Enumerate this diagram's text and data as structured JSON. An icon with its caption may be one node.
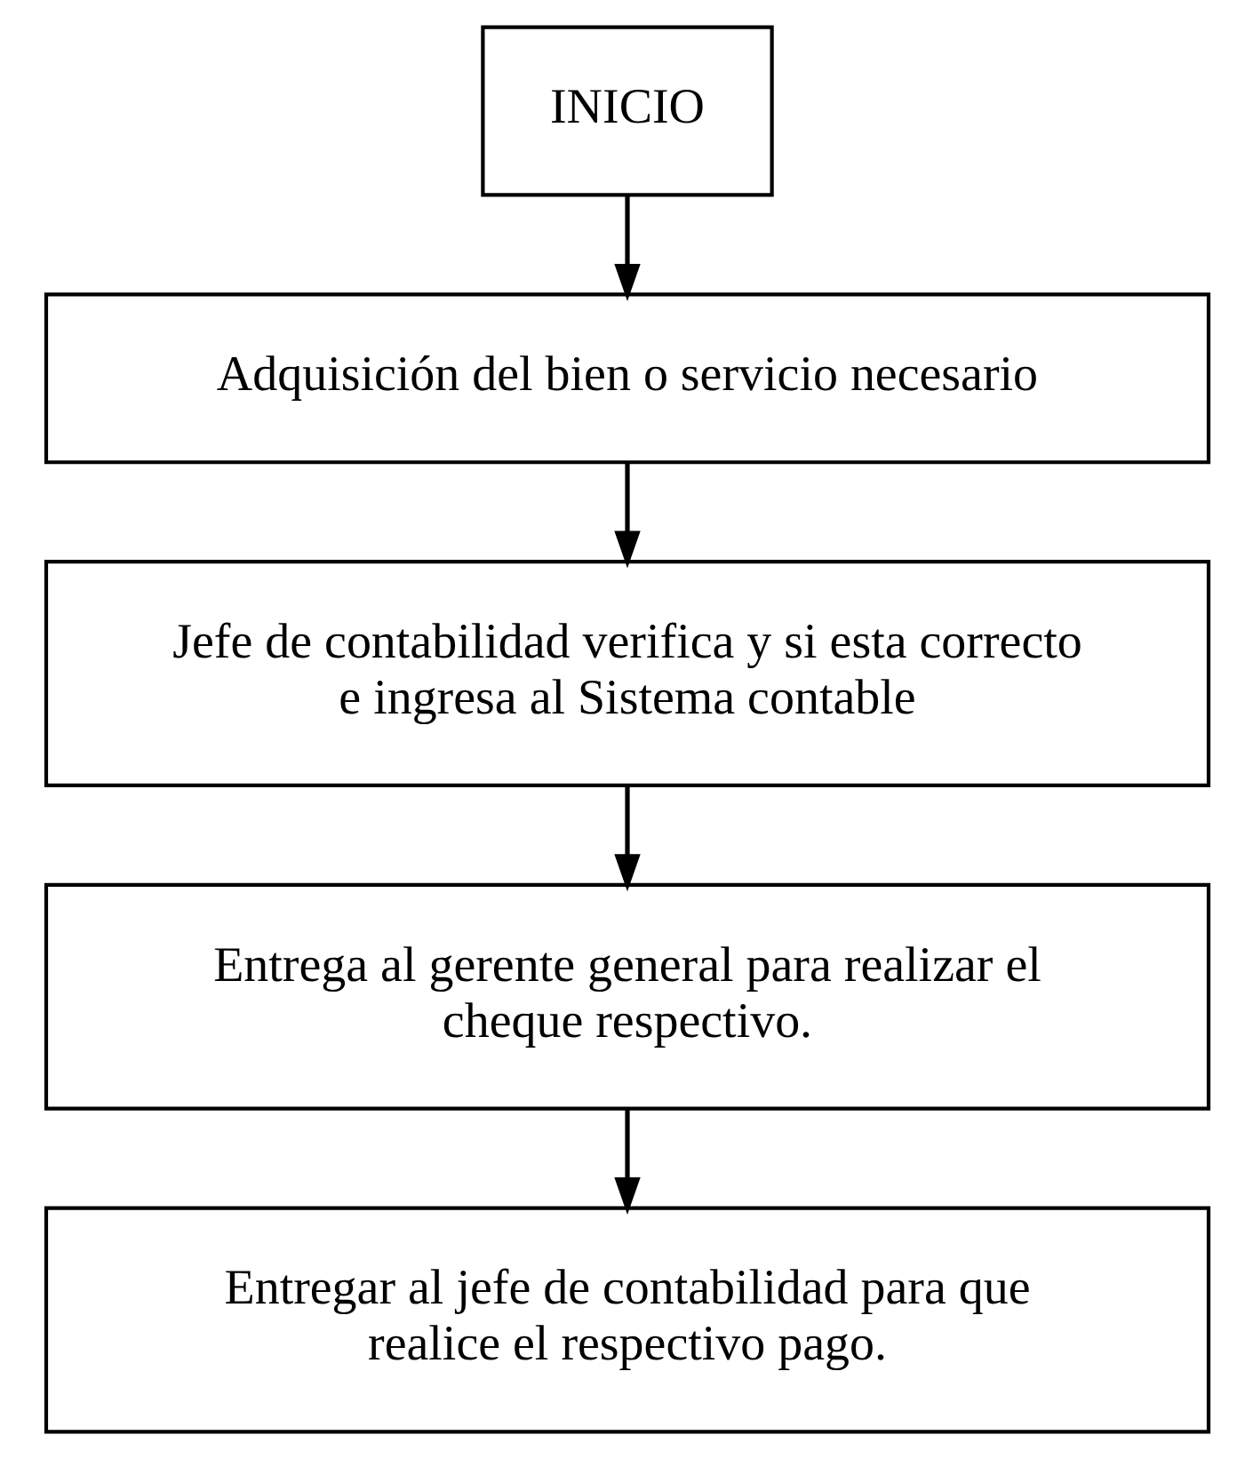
{
  "diagram": {
    "nodes": [
      {
        "text": [
          "INICIO"
        ]
      },
      {
        "text": [
          "Adquisición del bien o servicio necesario"
        ]
      },
      {
        "text": [
          "Jefe de contabilidad verifica y si esta correcto e ingresa al Sistema contable"
        ]
      },
      {
        "text": [
          "Entrega al gerente general para realizar el cheque respectivo."
        ]
      },
      {
        "text": [
          "Entregar al jefe de contabilidad para que realice el respectivo pago."
        ]
      }
    ],
    "edges": [
      {
        "from": 0,
        "to": 1,
        "arrow": "to"
      },
      {
        "from": 1,
        "to": 2,
        "arrow": "to"
      },
      {
        "from": 2,
        "to": 3,
        "arrow": "to"
      },
      {
        "from": 3,
        "to": 4,
        "arrow": "to"
      }
    ]
  }
}
